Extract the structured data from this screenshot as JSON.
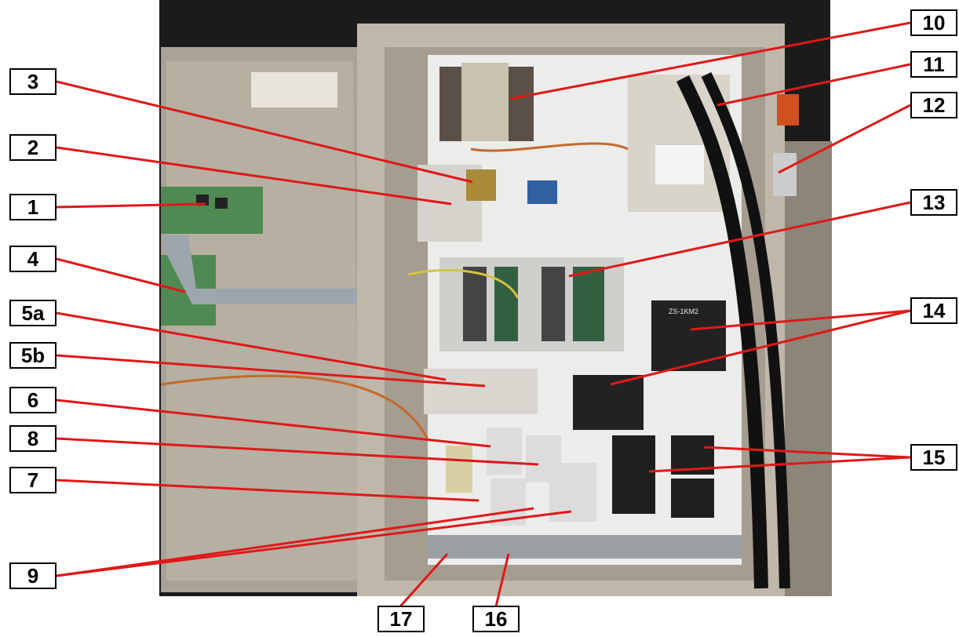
{
  "callouts": {
    "c1": "1",
    "c2": "2",
    "c3": "3",
    "c4": "4",
    "c5a": "5a",
    "c5b": "5b",
    "c6": "6",
    "c7": "7",
    "c8": "8",
    "c9": "9",
    "c10": "10",
    "c11": "11",
    "c12": "12",
    "c13": "13",
    "c14": "14",
    "c15": "15",
    "c16": "16",
    "c17": "17"
  },
  "panel_texts": {
    "relay_label": "ZS-1KM2"
  },
  "colors": {
    "leader": "#e01818",
    "label_border": "#000000",
    "label_fill": "#ffffff",
    "cabinet": "#b9b2a4",
    "backplate": "#ececea",
    "background": "#1b1b1b"
  }
}
